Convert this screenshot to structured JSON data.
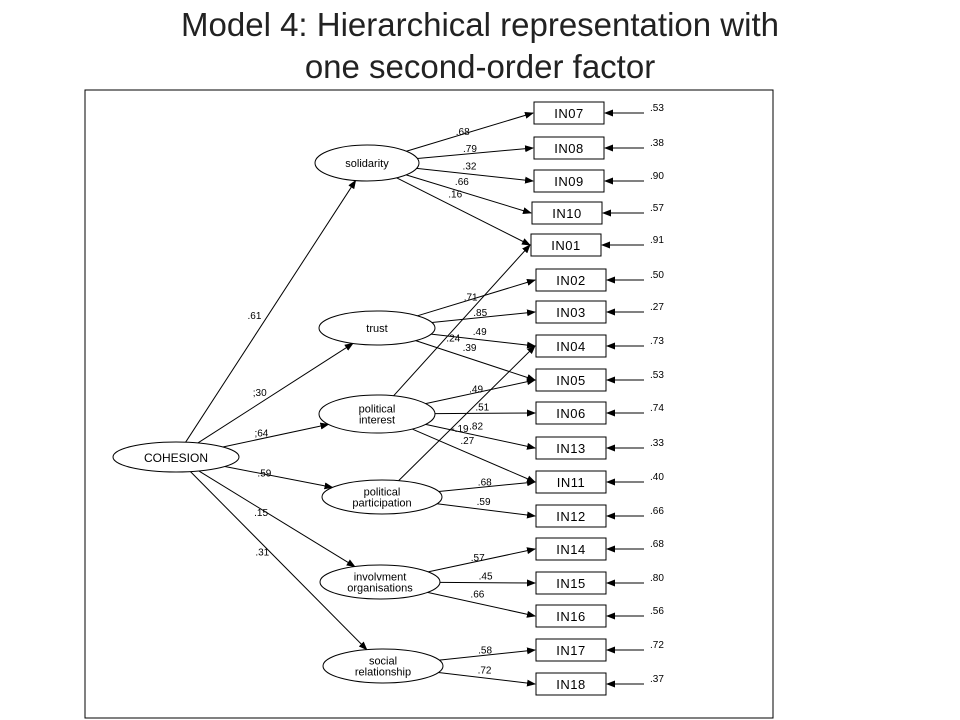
{
  "title": {
    "line1": "Model 4: Hierarchical representation with",
    "line2": "one second-order factor"
  },
  "colors": {
    "line": "#000000",
    "background": "#ffffff",
    "title": "#222222"
  },
  "diagram": {
    "second_order": {
      "id": "COHESION",
      "label": "COHESION"
    },
    "factors": [
      {
        "id": "solidarity",
        "label": [
          "solidarity"
        ],
        "loading": ".61"
      },
      {
        "id": "trust",
        "label": [
          "trust"
        ],
        "loading": ";30"
      },
      {
        "id": "political-interest",
        "label": [
          "political",
          "interest"
        ],
        "loading": ";64"
      },
      {
        "id": "political-participation",
        "label": [
          "political",
          "participation"
        ],
        "loading": ".59"
      },
      {
        "id": "involvment-organisations",
        "label": [
          "involvment",
          "organisations"
        ],
        "loading": ".15"
      },
      {
        "id": "social-relationship",
        "label": [
          "social",
          "relationship"
        ],
        "loading": ".31"
      }
    ],
    "indicators": [
      {
        "id": "IN07",
        "error": ".53"
      },
      {
        "id": "IN08",
        "error": ".38"
      },
      {
        "id": "IN09",
        "error": ".90"
      },
      {
        "id": "IN10",
        "error": ".57"
      },
      {
        "id": "IN01",
        "error": ".91"
      },
      {
        "id": "IN02",
        "error": ".50"
      },
      {
        "id": "IN03",
        "error": ".27"
      },
      {
        "id": "IN04",
        "error": ".73"
      },
      {
        "id": "IN05",
        "error": ".53"
      },
      {
        "id": "IN06",
        "error": ".74"
      },
      {
        "id": "IN13",
        "error": ".33"
      },
      {
        "id": "IN11",
        "error": ".40"
      },
      {
        "id": "IN12",
        "error": ".66"
      },
      {
        "id": "IN14",
        "error": ".68"
      },
      {
        "id": "IN15",
        "error": ".80"
      },
      {
        "id": "IN16",
        "error": ".56"
      },
      {
        "id": "IN17",
        "error": ".72"
      },
      {
        "id": "IN18",
        "error": ".37"
      }
    ],
    "paths": [
      {
        "from": "solidarity",
        "to": "IN07",
        "loading": ".68"
      },
      {
        "from": "solidarity",
        "to": "IN08",
        "loading": ".79"
      },
      {
        "from": "solidarity",
        "to": "IN09",
        "loading": ".32"
      },
      {
        "from": "solidarity",
        "to": "IN10",
        "loading": ".66"
      },
      {
        "from": "solidarity",
        "to": "IN01",
        "loading": ".16"
      },
      {
        "from": "trust",
        "to": "IN02",
        "loading": ".71"
      },
      {
        "from": "trust",
        "to": "IN03",
        "loading": ".85"
      },
      {
        "from": "trust",
        "to": "IN04",
        "loading": ".49"
      },
      {
        "from": "trust",
        "to": "IN05",
        "loading": ".39"
      },
      {
        "from": "political-interest",
        "to": "IN01",
        "loading": ".24"
      },
      {
        "from": "political-interest",
        "to": "IN05",
        "loading": ".49"
      },
      {
        "from": "political-interest",
        "to": "IN06",
        "loading": ".51"
      },
      {
        "from": "political-interest",
        "to": "IN13",
        "loading": ".82"
      },
      {
        "from": "political-interest",
        "to": "IN11",
        "loading": ".27"
      },
      {
        "from": "political-participation",
        "to": "IN04",
        "loading": "-.19"
      },
      {
        "from": "political-participation",
        "to": "IN11",
        "loading": ".68"
      },
      {
        "from": "political-participation",
        "to": "IN12",
        "loading": ".59"
      },
      {
        "from": "involvment-organisations",
        "to": "IN14",
        "loading": ".57"
      },
      {
        "from": "involvment-organisations",
        "to": "IN15",
        "loading": ".45"
      },
      {
        "from": "involvment-organisations",
        "to": "IN16",
        "loading": ".66"
      },
      {
        "from": "social-relationship",
        "to": "IN17",
        "loading": ".58"
      },
      {
        "from": "social-relationship",
        "to": "IN18",
        "loading": ".72"
      }
    ]
  }
}
